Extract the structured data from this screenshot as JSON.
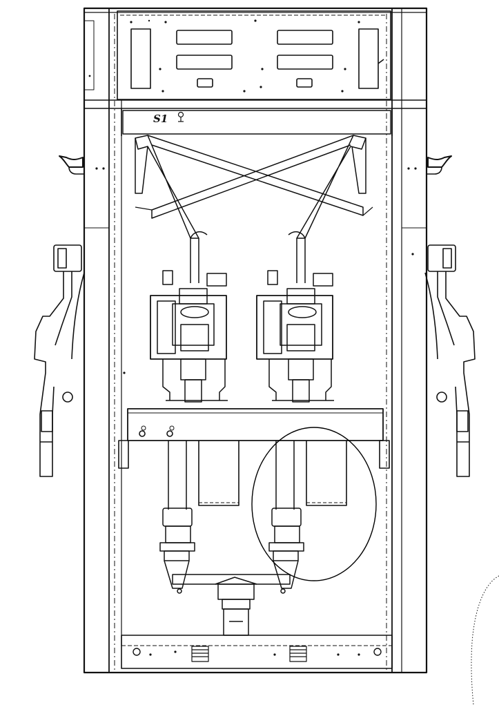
{
  "diagram": {
    "kind": "fuel-dispenser-hydraulic-cabinet-line-drawing",
    "labels": {
      "valve_tag": "S1"
    },
    "callout": {
      "highlighted_component": "filter-and-meter-inlet-assembly"
    },
    "style": {
      "line_color": "#111111",
      "background": "#ffffff"
    }
  }
}
